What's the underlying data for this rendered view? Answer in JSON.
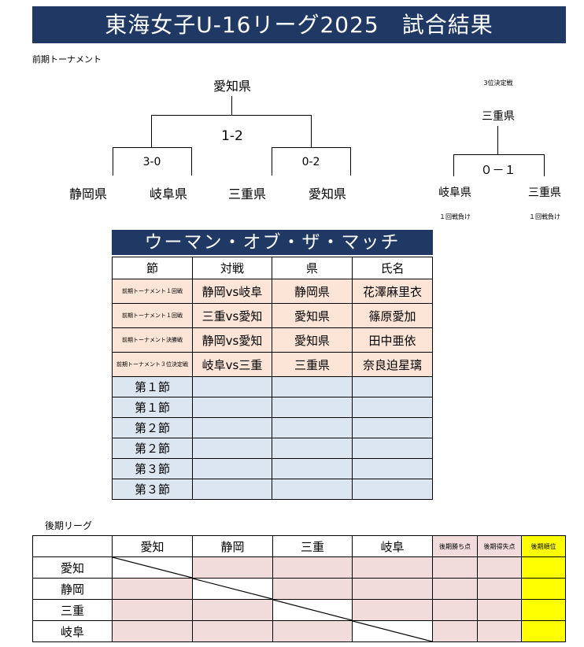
{
  "title": "東海女子U-16リーグ2025　試合結果",
  "first_half": {
    "label": "前期トーナメント",
    "final": {
      "winner": "愛知県",
      "score": "1-2"
    },
    "semis": [
      {
        "score": "3-0",
        "home": "静岡県",
        "away": "岐阜県"
      },
      {
        "score": "0-2",
        "home": "三重県",
        "away": "愛知県"
      }
    ],
    "third_place": {
      "label": "3位決定戦",
      "winner": "三重県",
      "score": "０－１",
      "home": "岐阜県",
      "away": "三重県",
      "home_note": "１回戦負け",
      "away_note": "１回戦負け"
    }
  },
  "woman_of_match": {
    "title": "ウーマン・オブ・ザ・マッチ",
    "headers": [
      "節",
      "対戦",
      "県",
      "氏名"
    ],
    "results": [
      {
        "round": "前期トーナメント１回戦",
        "match": "静岡vs岐阜",
        "pref": "静岡県",
        "name": "花澤麻里衣"
      },
      {
        "round": "前期トーナメント１回戦",
        "match": "三重vs愛知",
        "pref": "愛知県",
        "name": "篠原愛加"
      },
      {
        "round": "前期トーナメント決勝戦",
        "match": "静岡vs愛知",
        "pref": "愛知県",
        "name": "田中亜依"
      },
      {
        "round": "前期トーナメント３位決定戦",
        "match": "岐阜vs三重",
        "pref": "三重県",
        "name": "奈良迫星璃"
      }
    ],
    "pending": [
      "第１節",
      "第１節",
      "第２節",
      "第２節",
      "第３節",
      "第３節"
    ]
  },
  "second_half": {
    "label": "後期リーグ",
    "teams": [
      "愛知",
      "静岡",
      "三重",
      "岐阜"
    ],
    "extra_headers": [
      "後期勝ち点",
      "後期得失点",
      "後期順位"
    ]
  }
}
